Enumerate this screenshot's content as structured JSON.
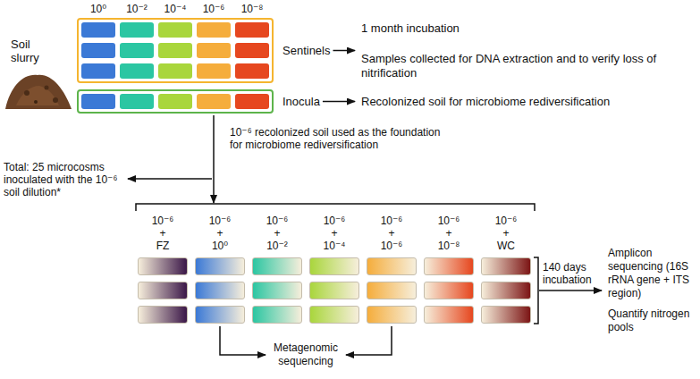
{
  "diagram": {
    "nodes": [
      {
        "text": [
          "Sentinels"
        ]
      },
      {
        "text": [
          "Inocula"
        ]
      },
      {
        "text": [
          "1 month incubation",
          "Samples collected for DNA extraction and to verify loss of nitrification"
        ]
      },
      {
        "text": [
          "Recolonized soil for microbiome rediversification"
        ]
      },
      {
        "text": []
      },
      {
        "text": [
          "10⁻⁶ + FZ"
        ],
        "in": 4
      },
      {
        "text": [
          "10⁻⁶ + 10⁰"
        ],
        "in": 4
      },
      {
        "text": [
          "10⁻⁶ + 10⁻²"
        ],
        "in": 4
      },
      {
        "text": [
          "10⁻⁶ + 10⁻⁴"
        ],
        "in": 4
      },
      {
        "text": [
          "10⁻⁶ + 10⁻⁶"
        ],
        "in": 4
      },
      {
        "text": [
          "10⁻⁶ + 10⁻⁸"
        ],
        "in": 4
      },
      {
        "text": [
          "10⁻⁶ + WC"
        ],
        "in": 4
      },
      {
        "text": [
          "Amplicon sequencing (16S rRNA gene + ITS region)",
          "Quantify nitrogen pools"
        ]
      },
      {
        "text": [
          "Metagenomic sequencing"
        ]
      }
    ],
    "edges": [
      {
        "from": 0,
        "to": 2,
        "arrow": "to"
      },
      {
        "from": 1,
        "to": 3,
        "arrow": "to"
      },
      {
        "from": 1,
        "to": 4,
        "arrow": "to",
        "label": "10⁻⁶ recolonized soil used as the foundation for microbiome rediversification"
      },
      {
        "from": 4,
        "to": 12,
        "arrow": "to",
        "label": "140 days incubation"
      },
      {
        "from": 6,
        "to": 13,
        "arrow": "to"
      },
      {
        "from": 9,
        "to": 13,
        "arrow": "to"
      }
    ],
    "labels": [
      "Soil slurry",
      "10⁰",
      "10⁻²",
      "10⁻⁴",
      "10⁻⁶",
      "10⁻⁸",
      "Total: 25 microcosms inoculated with the 10⁻⁶ soil dilution*"
    ]
  }
}
